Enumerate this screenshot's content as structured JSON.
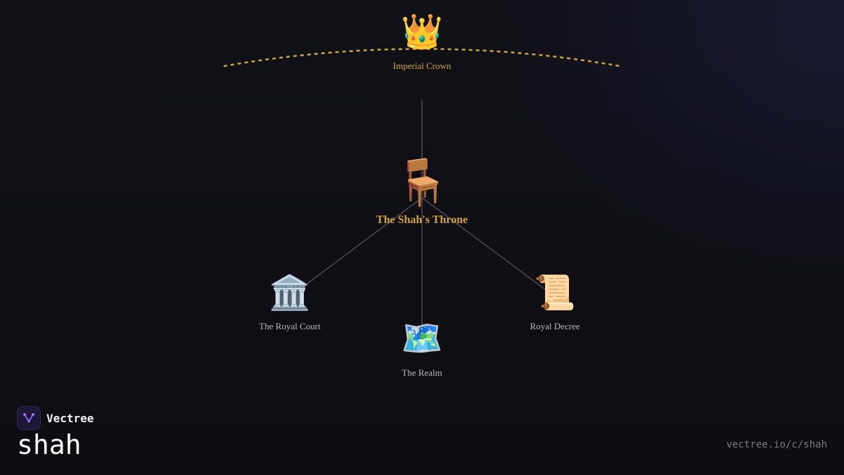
{
  "diagram": {
    "nodes": [
      {
        "id": "crown",
        "icon": "crown-icon",
        "glyph": "👑",
        "label": "Imperial Crown"
      },
      {
        "id": "throne",
        "icon": "chair-icon",
        "glyph": "🪑",
        "label": "The Shah's Throne"
      },
      {
        "id": "court",
        "icon": "classical-building-icon",
        "glyph": "🏛️",
        "label": "The Royal Court"
      },
      {
        "id": "realm",
        "icon": "world-map-icon",
        "glyph": "🗺️",
        "label": "The Realm"
      },
      {
        "id": "decree",
        "icon": "scroll-icon",
        "glyph": "📜",
        "label": "Royal Decree"
      }
    ],
    "edges": [
      {
        "from": "crown",
        "to": "throne"
      },
      {
        "from": "throne",
        "to": "court"
      },
      {
        "from": "throne",
        "to": "realm"
      },
      {
        "from": "throne",
        "to": "decree"
      }
    ]
  },
  "colors": {
    "accent_gold": "#d4a437",
    "label_muted": "#b9b9c2",
    "edge": "#4a4a52",
    "background": "#0d0d12"
  },
  "branding": {
    "logo_icon": "vectree-logo-icon",
    "name": "Vectree",
    "slug": "shah",
    "url": "vectree.io/c/shah"
  }
}
